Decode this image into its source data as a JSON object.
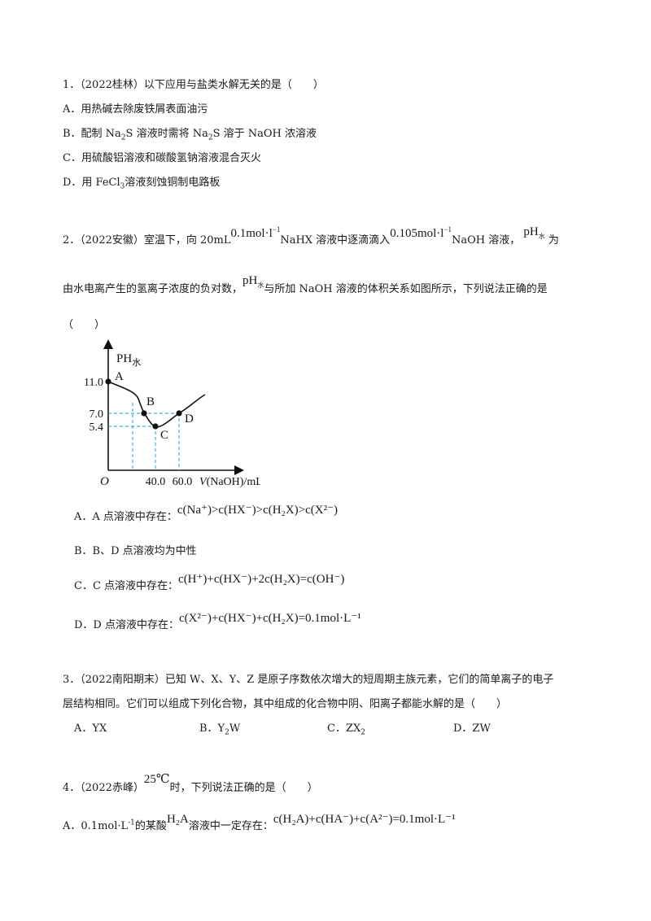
{
  "q1": {
    "stem": "1．（2022桂林）以下应用与盐类水解无关的是（　　）",
    "a": "A．用热碱去除废铁屑表面油污",
    "b_pre": "B．配制 Na",
    "b_sub1": "2",
    "b_mid": "S 溶液时需将 Na",
    "b_sub2": "2",
    "b_post": "S 溶于 NaOH 浓溶液",
    "c": "C．用硫酸铝溶液和碳酸氢钠溶液混合灭火",
    "d_pre": "D．用 FeCl",
    "d_sub": "3",
    "d_post": "溶液刻蚀铜制电路板"
  },
  "q2": {
    "l1_pre": "2．（2022安徽）室温下，向 20mL",
    "conc1": "0.1mol·l",
    "conc1_sup": "−1",
    "l1_mid1": "NaHX 溶液中逐滴滴入",
    "conc2": "0.105mol·l",
    "conc2_sup": "−1",
    "l1_mid2": "NaOH 溶液，",
    "ph": "pH",
    "ph_sub": "水",
    "l1_post": "为",
    "l2_pre": "由水电离产生的氢离子浓度的负对数，",
    "l2_post": "与所加 NaOH 溶液的体积关系如图所示，下列说法正确的是",
    "l3": "（　　）",
    "opt_a_label": "A．A 点溶液中存在：",
    "opt_a_expr": "c(Na⁺)>c(HX⁻)>c(H₂X)>c(X²⁻)",
    "opt_b": "B．B、D 点溶液均为中性",
    "opt_c_label": "C．C 点溶液中存在：",
    "opt_c_expr": "c(H⁺)+c(HX⁻)+2c(H₂X)=c(OH⁻)",
    "opt_d_label": "D．D 点溶液中存在：",
    "opt_d_expr": "c(X²⁻)+c(HX⁻)+c(H₂X)=0.1mol·L⁻¹"
  },
  "graph": {
    "y_title": "PH",
    "y_title_sub": "水",
    "y_ticks": [
      "11.0",
      "7.0",
      "5.4"
    ],
    "x_ticks": [
      "40.0",
      "60.0"
    ],
    "origin": "O",
    "x_title_v": "V",
    "x_title_rest": "(NaOH)/mL",
    "points": [
      "A",
      "B",
      "C",
      "D"
    ],
    "axis_color": "#111111",
    "dash_color": "#3bb3d6"
  },
  "q3": {
    "l1": "3．（2022南阳期末）已知 W、X、Y、Z 是原子序数依次增大的短周期主族元素，它们的简单离子的电子",
    "l2": "层结构相同。它们可以组成下列化合物，其中组成的化合物中阴、阳离子都能水解的是（　　）",
    "a": "A．YX",
    "b_pre": "B．Y",
    "b_sub": "2",
    "b_post": "W",
    "c_pre": "C．ZX",
    "c_sub": "2",
    "d": "D．ZW"
  },
  "q4": {
    "l1_pre": "4．（2022赤峰）",
    "temp": "25℃",
    "l1_post": "时，下列说法正确的是（　　）",
    "a_pre": "A．0.1mol·L",
    "a_sup": "-1",
    "a_mid": "的某酸",
    "acid": "H₂A",
    "a_post": "溶液中一定存在：",
    "a_expr": "c(H₂A)+c(HA⁻)+c(A²⁻)=0.1mol·L⁻¹"
  }
}
